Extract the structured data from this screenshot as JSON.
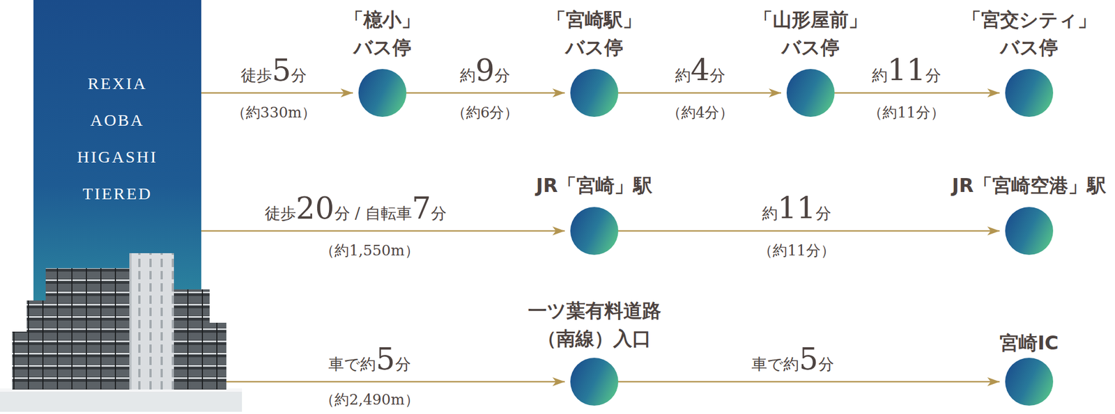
{
  "diagram": {
    "nodes": [
      {
        "text": [
          "REXIA AOBA HIGASHI TIERED"
        ]
      },
      {
        "text": [
          "「檍小」 バス停"
        ]
      },
      {
        "text": [
          "「宮崎駅」 バス停"
        ]
      },
      {
        "text": [
          "「山形屋前」 バス停"
        ]
      },
      {
        "text": [
          "「宮交シティ」 バス停"
        ]
      },
      {
        "text": [
          "JR「宮崎」駅"
        ]
      },
      {
        "text": [
          "JR「宮崎空港」駅"
        ]
      },
      {
        "text": [
          "一ツ葉有料道路 （南線）入口"
        ]
      },
      {
        "text": [
          "宮崎IC"
        ]
      }
    ],
    "edges": [
      {
        "from": 0,
        "to": 1,
        "arrow": "to",
        "label": "徒歩5分"
      },
      {
        "from": 1,
        "to": 2,
        "arrow": "to",
        "label": "約9分"
      },
      {
        "from": 2,
        "to": 3,
        "arrow": "to",
        "label": "約4分"
      },
      {
        "from": 3,
        "to": 4,
        "arrow": "to",
        "label": "約11分"
      },
      {
        "from": 0,
        "to": 5,
        "arrow": "to",
        "label": "徒歩20分 / 自転車7分"
      },
      {
        "from": 5,
        "to": 6,
        "arrow": "to",
        "label": "約11分"
      },
      {
        "from": 0,
        "to": 7,
        "arrow": "to",
        "label": "車で約5分"
      },
      {
        "from": 7,
        "to": 8,
        "arrow": "to",
        "label": "車で約5分"
      }
    ],
    "labels": [
      "（約330m）",
      "（約6分）",
      "（約4分）",
      "（約11分）",
      "（約1,550m）",
      "（約11分）",
      "（約2,490m）"
    ]
  }
}
